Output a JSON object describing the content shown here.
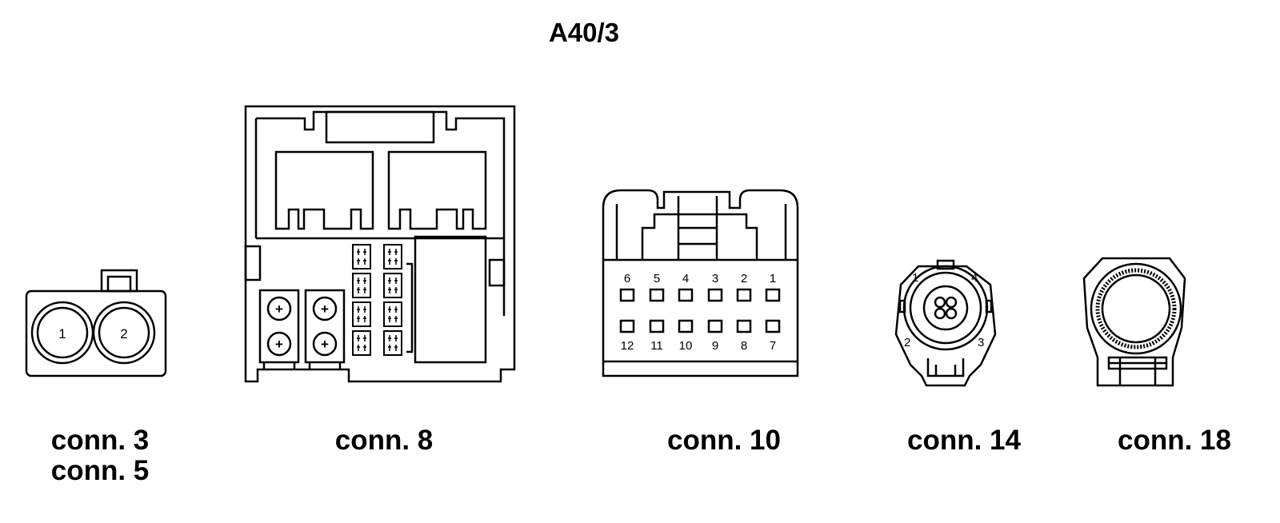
{
  "title": "A40/3",
  "connectors": {
    "c3_label": "conn. 3",
    "c5_label": "conn. 5",
    "c8_label": "conn. 8",
    "c10_label": "conn. 10",
    "c14_label": "conn. 14",
    "c18_label": "conn. 18"
  },
  "pins": {
    "conn3": [
      "1",
      "2"
    ],
    "conn10_top": [
      "6",
      "5",
      "4",
      "3",
      "2",
      "1"
    ],
    "conn10_bottom": [
      "12",
      "11",
      "10",
      "9",
      "8",
      "7"
    ],
    "conn14": [
      "1",
      "4",
      "2",
      "3"
    ],
    "conn8_power": [
      "+",
      "+",
      "+",
      "+"
    ]
  }
}
